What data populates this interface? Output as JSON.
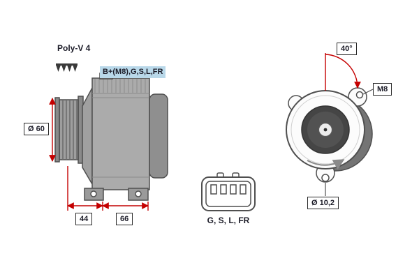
{
  "diagram": {
    "side_view": {
      "belt_type": "Poly-V 4",
      "terminals": "B+(M8),G,S,L,FR",
      "pulley_diameter": "Ø 60",
      "dim_a": "44",
      "dim_b": "66"
    },
    "connector": {
      "pins": "G, S, L, FR"
    },
    "front_view": {
      "mount_angle": "40°",
      "thread": "M8",
      "hole_diameter": "Ø 10,2"
    },
    "colors": {
      "dimension_red": "#c40000",
      "highlight_blue": "#b9d8e9"
    }
  }
}
